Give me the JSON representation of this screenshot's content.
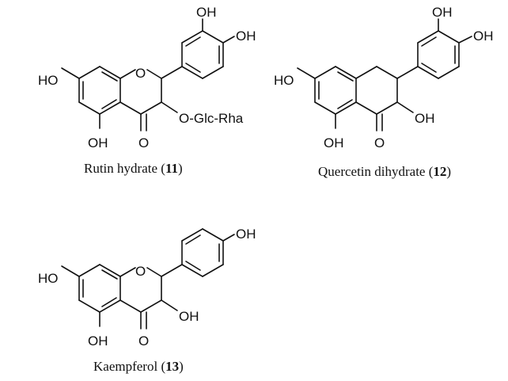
{
  "compounds": [
    {
      "name": "Rutin hydrate",
      "number": "11",
      "labels": {
        "oh_c7": "HO",
        "o_ring": "O",
        "oh_3p": "OH",
        "oh_4p": "OH",
        "oh_c5": "OH",
        "o_c4": "O",
        "o_glc": "O-Glc-Rha"
      }
    },
    {
      "name": "Quercetin dihydrate",
      "number": "12",
      "labels": {
        "oh_c7": "HO",
        "oh_3p": "OH",
        "oh_4p": "OH",
        "oh_c5": "OH",
        "o_c4": "O",
        "oh_c3": "OH"
      }
    },
    {
      "name": "Kaempferol",
      "number": "13",
      "labels": {
        "oh_c7": "HO",
        "o_ring": "O",
        "oh_4p": "OH",
        "oh_c5": "OH",
        "o_c4": "O",
        "oh_c3": "OH"
      }
    }
  ]
}
